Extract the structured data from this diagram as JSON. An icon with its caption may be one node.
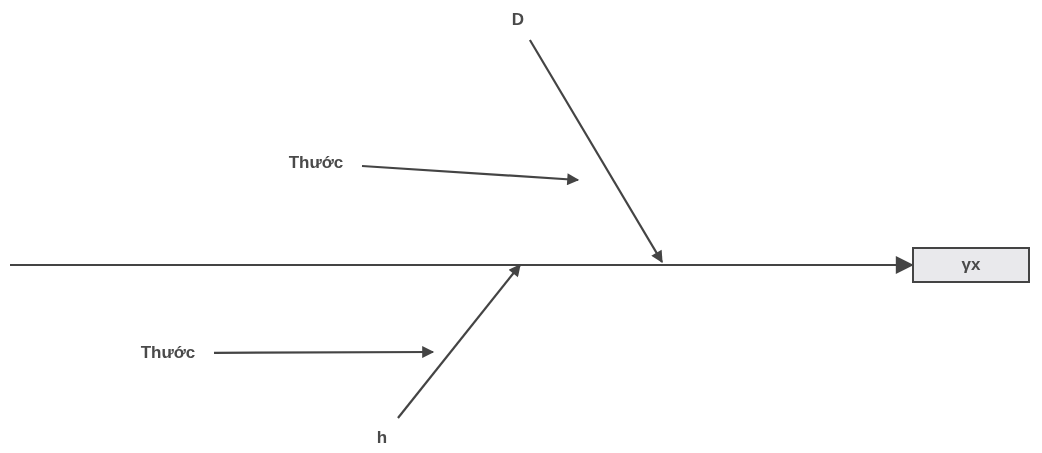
{
  "diagram": {
    "nodes": [
      {
        "text": [
          "D"
        ]
      },
      {
        "text": [
          "Thước"
        ]
      },
      {
        "text": [
          "Thước"
        ]
      },
      {
        "text": [
          "h"
        ]
      },
      {
        "text": [
          "γx"
        ]
      }
    ],
    "edges": [
      {
        "from": null,
        "to": 4,
        "arrow": "to"
      },
      {
        "from": 0,
        "to": null,
        "arrow": "to"
      },
      {
        "from": 1,
        "to": null,
        "arrow": "to"
      },
      {
        "from": 2,
        "to": null,
        "arrow": "to"
      },
      {
        "from": 3,
        "to": null,
        "arrow": "to"
      }
    ]
  }
}
